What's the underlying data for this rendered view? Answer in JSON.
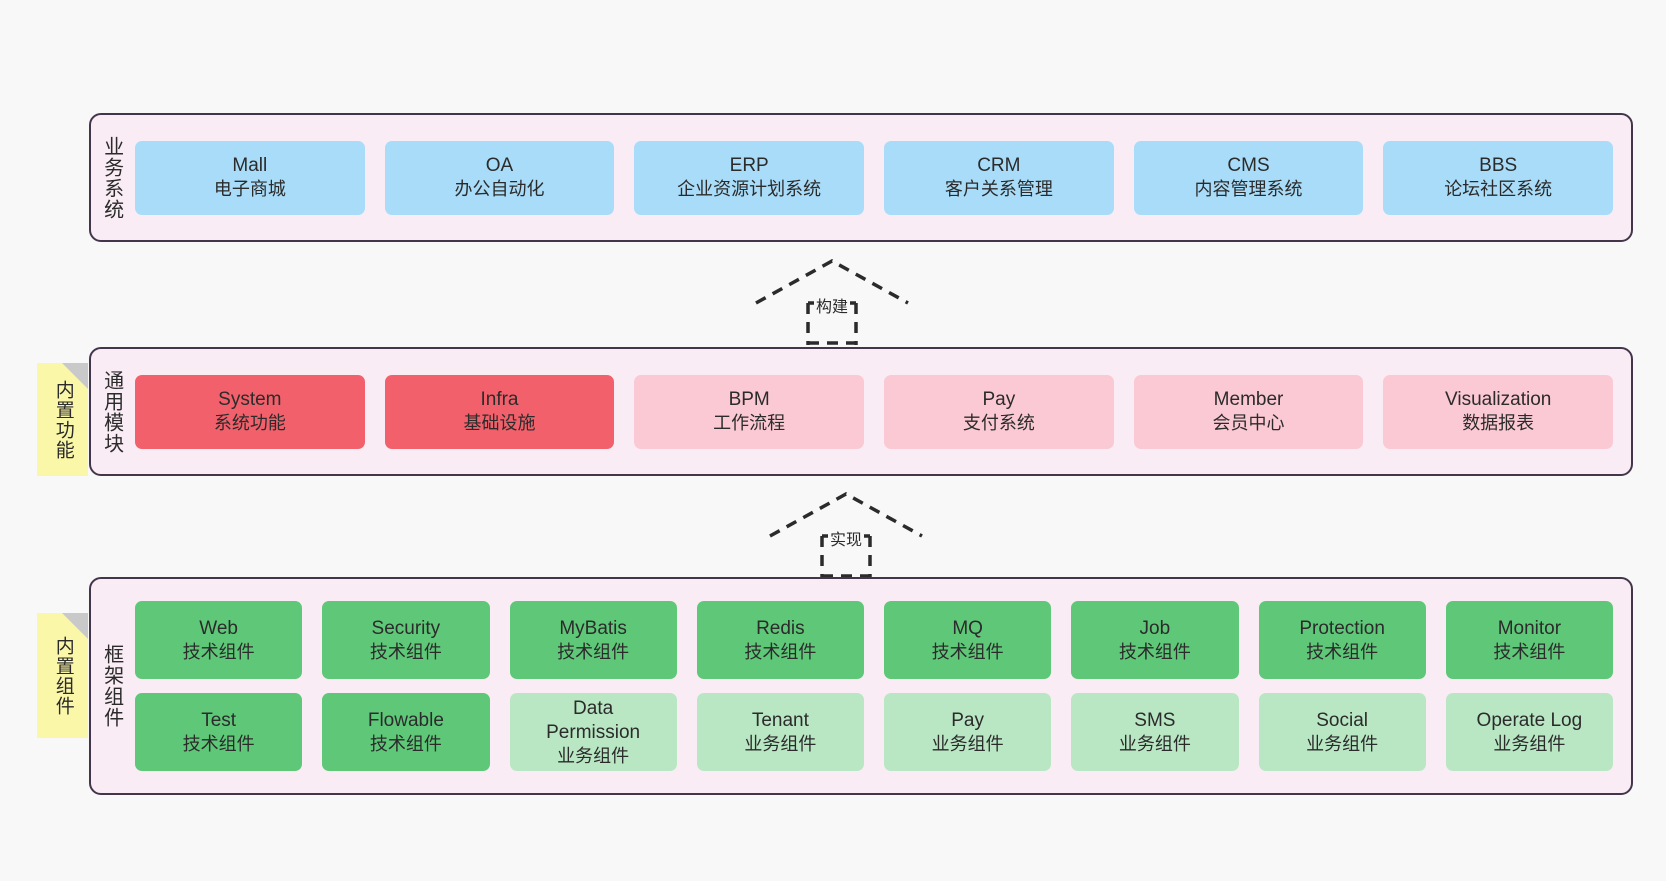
{
  "diagram": {
    "background_color": "#f8f8f8",
    "panel_fill": "#f9ecf5",
    "panel_border": "#44364a",
    "note_fill": "#fbf7a8"
  },
  "layers": {
    "business": {
      "label": "业务系统",
      "card_color": "#a9dcf8",
      "cards": [
        {
          "title": "Mall",
          "subtitle": "电子商城"
        },
        {
          "title": "OA",
          "subtitle": "办公自动化"
        },
        {
          "title": "ERP",
          "subtitle": "企业资源计划系统"
        },
        {
          "title": "CRM",
          "subtitle": "客户关系管理"
        },
        {
          "title": "CMS",
          "subtitle": "内容管理系统"
        },
        {
          "title": "BBS",
          "subtitle": "论坛社区系统"
        }
      ]
    },
    "common": {
      "label": "通用模块",
      "note": "内置功能",
      "card_color_primary": "#f2616b",
      "card_color_secondary": "#fbc9d3",
      "cards": [
        {
          "title": "System",
          "subtitle": "系统功能",
          "style": "primary"
        },
        {
          "title": "Infra",
          "subtitle": "基础设施",
          "style": "primary"
        },
        {
          "title": "BPM",
          "subtitle": "工作流程",
          "style": "secondary"
        },
        {
          "title": "Pay",
          "subtitle": "支付系统",
          "style": "secondary"
        },
        {
          "title": "Member",
          "subtitle": "会员中心",
          "style": "secondary"
        },
        {
          "title": "Visualization",
          "subtitle": "数据报表",
          "style": "secondary"
        }
      ]
    },
    "framework": {
      "label": "框架组件",
      "note": "内置组件",
      "card_color_tech": "#5fc878",
      "card_color_biz": "#b9e7c4",
      "row_tech": [
        {
          "title": "Web",
          "subtitle": "技术组件"
        },
        {
          "title": "Security",
          "subtitle": "技术组件"
        },
        {
          "title": "MyBatis",
          "subtitle": "技术组件"
        },
        {
          "title": "Redis",
          "subtitle": "技术组件"
        },
        {
          "title": "MQ",
          "subtitle": "技术组件"
        },
        {
          "title": "Job",
          "subtitle": "技术组件"
        },
        {
          "title": "Protection",
          "subtitle": "技术组件"
        },
        {
          "title": "Monitor",
          "subtitle": "技术组件"
        }
      ],
      "row_biz": [
        {
          "title": "Test",
          "subtitle": "技术组件",
          "style": "tech"
        },
        {
          "title": "Flowable",
          "subtitle": "技术组件",
          "style": "tech"
        },
        {
          "title": "Data",
          "title2": "Permission",
          "subtitle": "业务组件",
          "style": "biz"
        },
        {
          "title": "Tenant",
          "subtitle": "业务组件",
          "style": "biz"
        },
        {
          "title": "Pay",
          "subtitle": "业务组件",
          "style": "biz"
        },
        {
          "title": "SMS",
          "subtitle": "业务组件",
          "style": "biz"
        },
        {
          "title": "Social",
          "subtitle": "业务组件",
          "style": "biz"
        },
        {
          "title": "Operate Log",
          "subtitle": "业务组件",
          "style": "biz"
        }
      ]
    }
  },
  "connectors": [
    {
      "id": "build",
      "label": "构建",
      "style": "dashed-generalization",
      "from": "common",
      "to": "business"
    },
    {
      "id": "impl",
      "label": "实现",
      "style": "dashed-generalization",
      "from": "framework",
      "to": "common"
    }
  ]
}
